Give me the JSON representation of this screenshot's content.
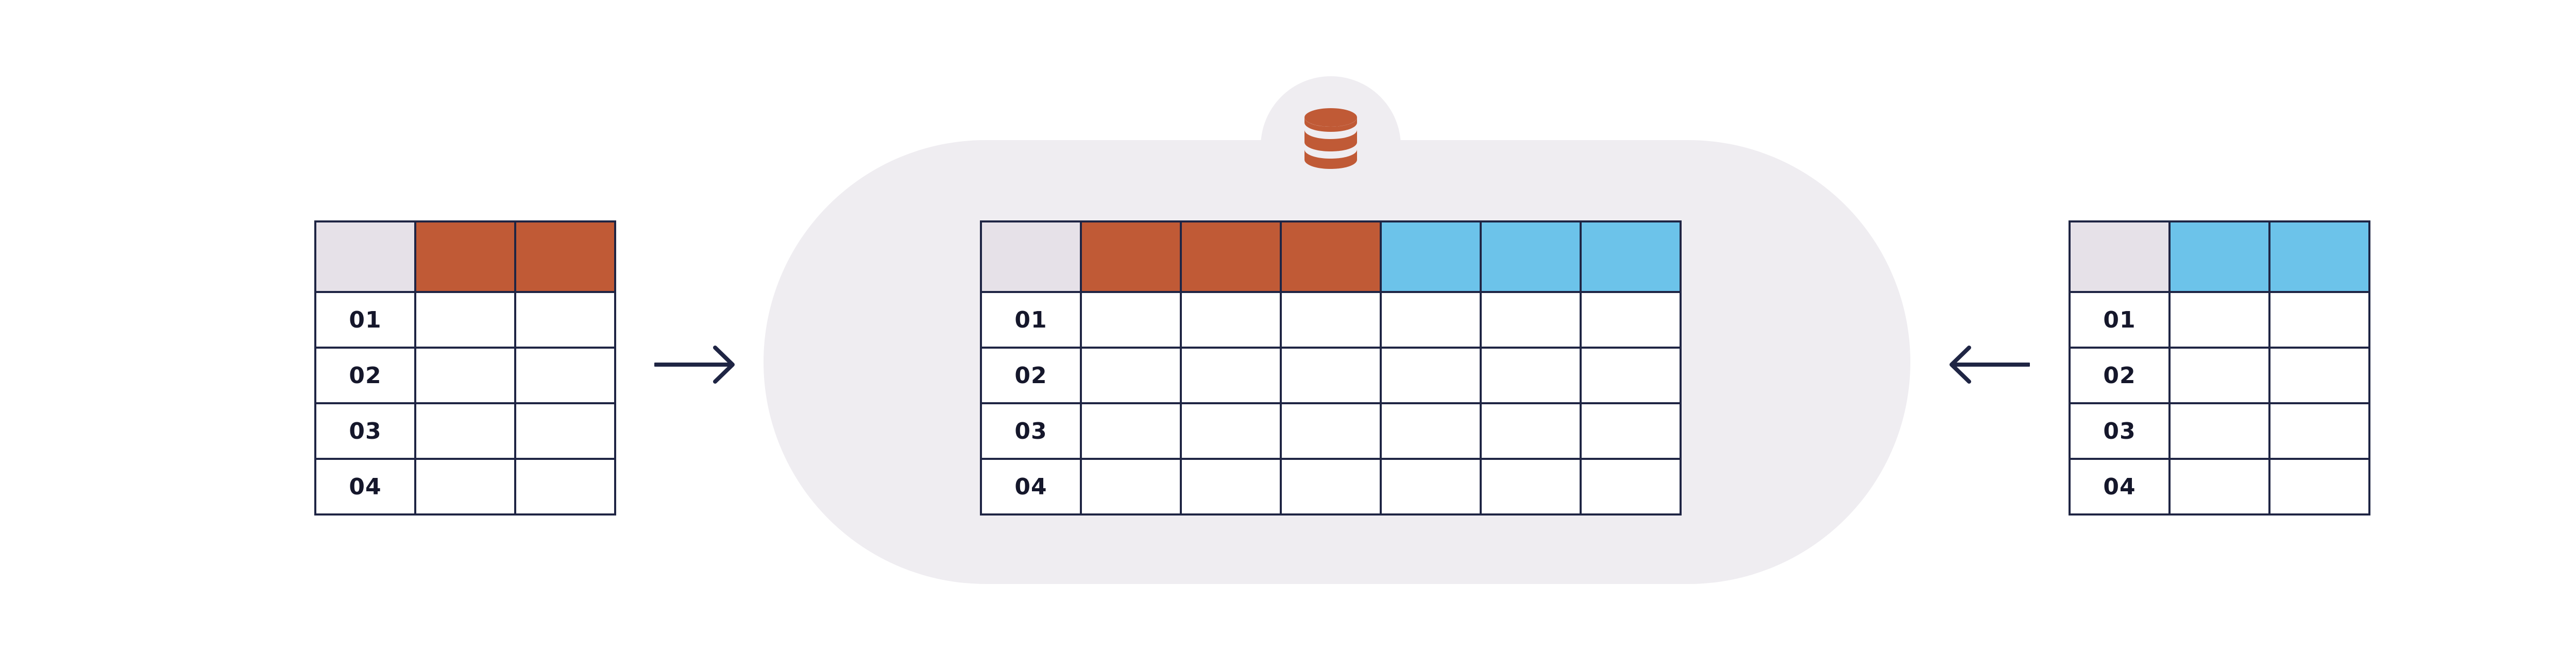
{
  "colors": {
    "orange": "#c05a36",
    "blue": "#6cc3ea",
    "header_corner": "#e6e1e8",
    "grid_line": "#1f2544",
    "capsule_bg": "#efedf1"
  },
  "icons": {
    "database": "database-icon",
    "arrow_right": "arrow-right-icon",
    "arrow_left": "arrow-left-icon"
  },
  "left_table": {
    "header_colors": [
      "orange",
      "orange"
    ],
    "rows": [
      "01",
      "02",
      "03",
      "04"
    ]
  },
  "center_table": {
    "header_colors": [
      "orange",
      "orange",
      "orange",
      "blue",
      "blue",
      "blue"
    ],
    "rows": [
      "01",
      "02",
      "03",
      "04"
    ]
  },
  "right_table": {
    "header_colors": [
      "blue",
      "blue"
    ],
    "rows": [
      "01",
      "02",
      "03",
      "04"
    ]
  }
}
